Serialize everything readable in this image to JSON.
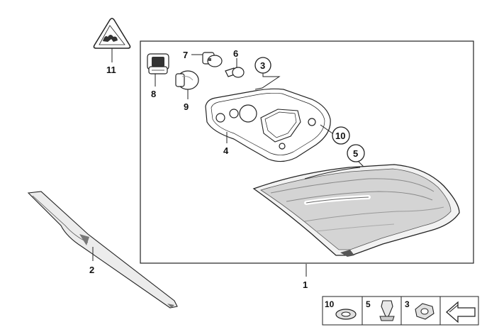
{
  "callouts": {
    "p1": "1",
    "p2": "2",
    "p3": "3",
    "p4": "4",
    "p5": "5",
    "p6": "6",
    "p7": "7",
    "p8": "8",
    "p9": "9",
    "p10": "10",
    "p11": "11"
  },
  "legend": {
    "item_10": "10",
    "item_5": "5",
    "item_3": "3"
  }
}
